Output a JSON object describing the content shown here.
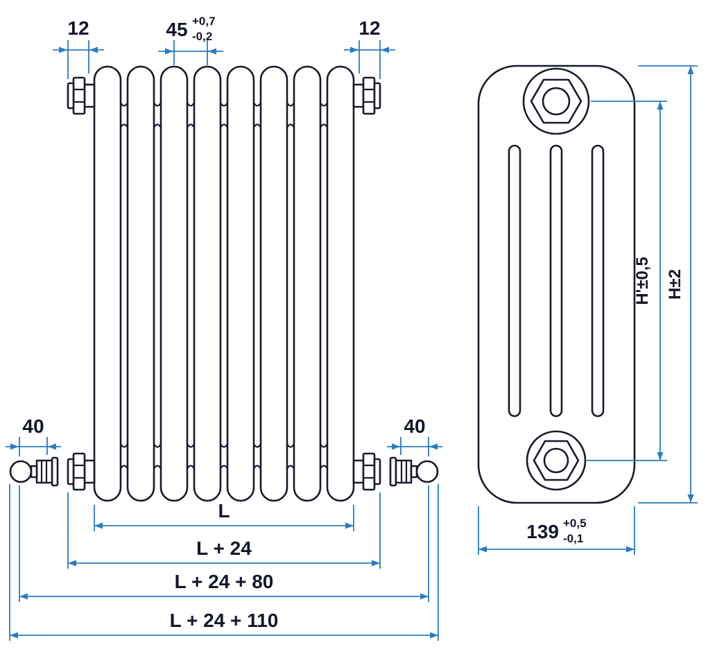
{
  "drawing": {
    "colors": {
      "outline": "#161a2b",
      "dimension_lines": "#2b7bc0",
      "text": "#12172a",
      "background": "#ffffff"
    },
    "front_view": {
      "dims": {
        "plug_left": "12",
        "plug_right": "12",
        "pitch": {
          "value": "45",
          "tol_plus": "+0,7",
          "tol_minus": "-0,2"
        },
        "valve_left": "40",
        "valve_right": "40",
        "length": "L",
        "length_plugs": "L + 24",
        "length_valves": "L + 24 + 80",
        "length_total": "L + 24 + 110"
      }
    },
    "side_view": {
      "dims": {
        "height_centers": "H'±0,5",
        "height_overall": "H±2",
        "depth": {
          "value": "139",
          "tol_plus": "+0,5",
          "tol_minus": "-0,1"
        }
      }
    }
  }
}
